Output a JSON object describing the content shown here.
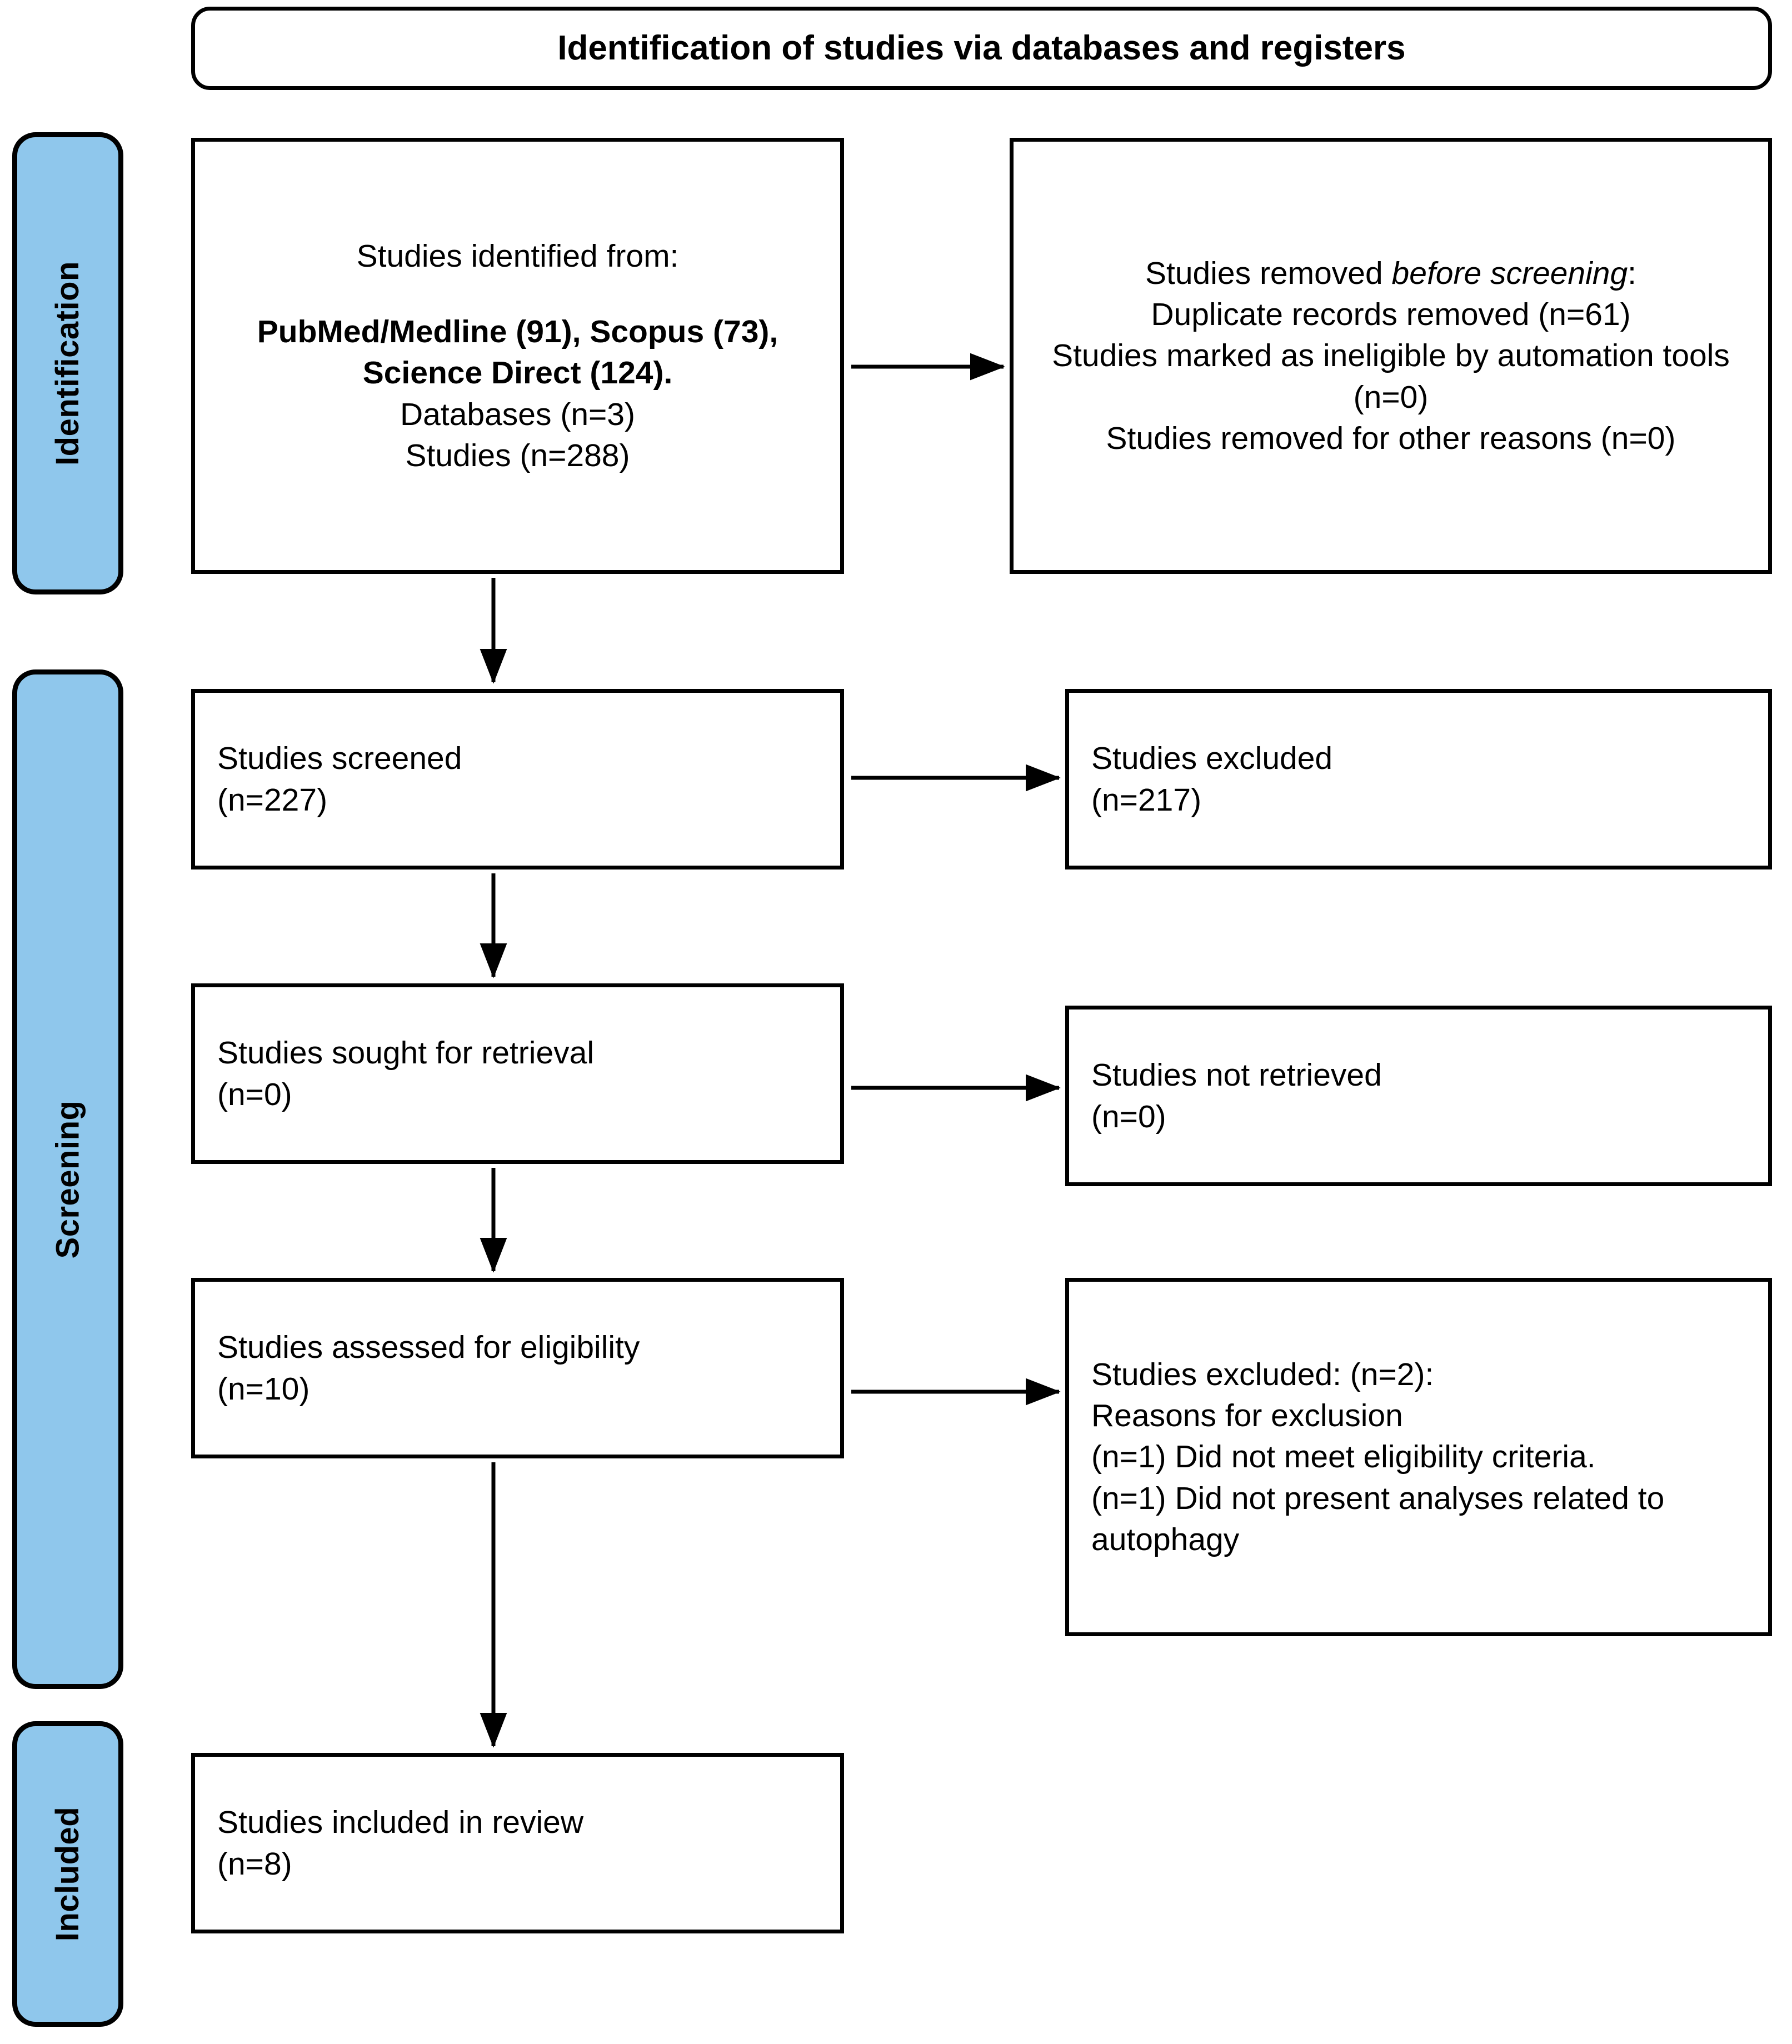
{
  "header": {
    "title": "Identification of studies via databases and registers"
  },
  "phases": [
    {
      "name": "identification",
      "label": "Identification"
    },
    {
      "name": "screening",
      "label": "Screening"
    },
    {
      "name": "included",
      "label": "Included"
    }
  ],
  "boxes": {
    "identified": {
      "line1": "Studies identified from:",
      "line2": "PubMed/Medline (91), Scopus (73), Science Direct (124).",
      "line3": "Databases (n=3)",
      "line4": "Studies (n=288)"
    },
    "removed_before_screening": {
      "line1_prefix": "Studies removed ",
      "line1_italic": "before screening",
      "line1_suffix": ":",
      "line2": "Duplicate records removed (n=61)",
      "line3": "Studies marked as ineligible by automation tools (n=0)",
      "line4": "Studies removed for other reasons (n=0)"
    },
    "screened": {
      "line1": "Studies screened",
      "line2": "(n=227)"
    },
    "excluded": {
      "line1": "Studies excluded",
      "line2": "(n=217)"
    },
    "sought_retrieval": {
      "line1": "Studies sought for retrieval",
      "line2": "(n=0)"
    },
    "not_retrieved": {
      "line1": "Studies not retrieved",
      "line2": "(n=0)"
    },
    "assessed_eligibility": {
      "line1": "Studies assessed for eligibility",
      "line2": "(n=10)"
    },
    "excluded_reasons": {
      "line1": "Studies excluded: (n=2):",
      "line2": "Reasons for exclusion",
      "line3": "(n=1) Did not meet eligibility criteria.",
      "line4": "(n=1) Did not present analyses related to autophagy"
    },
    "included_review": {
      "line1": "Studies included in review",
      "line2": "(n=8)"
    }
  },
  "colors": {
    "phase_tab_fill": "#8FC7EC",
    "border": "#000000",
    "box_fill": "#FFFFFF",
    "text": "#000000"
  }
}
